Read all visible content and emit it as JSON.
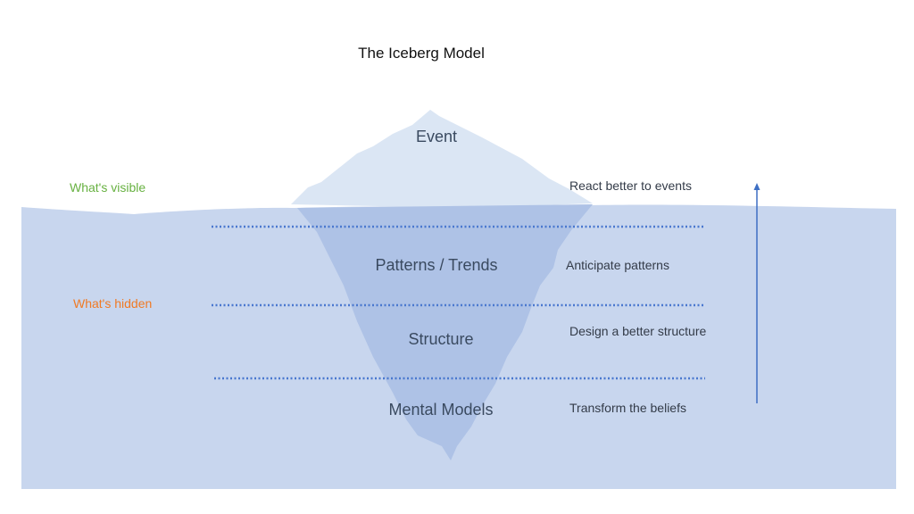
{
  "title": "The Iceberg Model",
  "zones": {
    "visible_label": "What's visible",
    "hidden_label": "What's hidden"
  },
  "layers": [
    {
      "label": "Event",
      "action": "React better to events"
    },
    {
      "label": "Patterns / Trends",
      "action": "Anticipate patterns"
    },
    {
      "label": "Structure",
      "action": "Design a better structure"
    },
    {
      "label": "Mental Models",
      "action": "Transform the beliefs"
    }
  ],
  "colors": {
    "water": "#c8d6ee",
    "iceberg_above": "#dbe6f4",
    "iceberg_below": "#aec2e6",
    "dotted_line": "#4a78cf",
    "arrow": "#3e6fc4",
    "visible_label": "#67b141",
    "hidden_label": "#f07a24"
  }
}
